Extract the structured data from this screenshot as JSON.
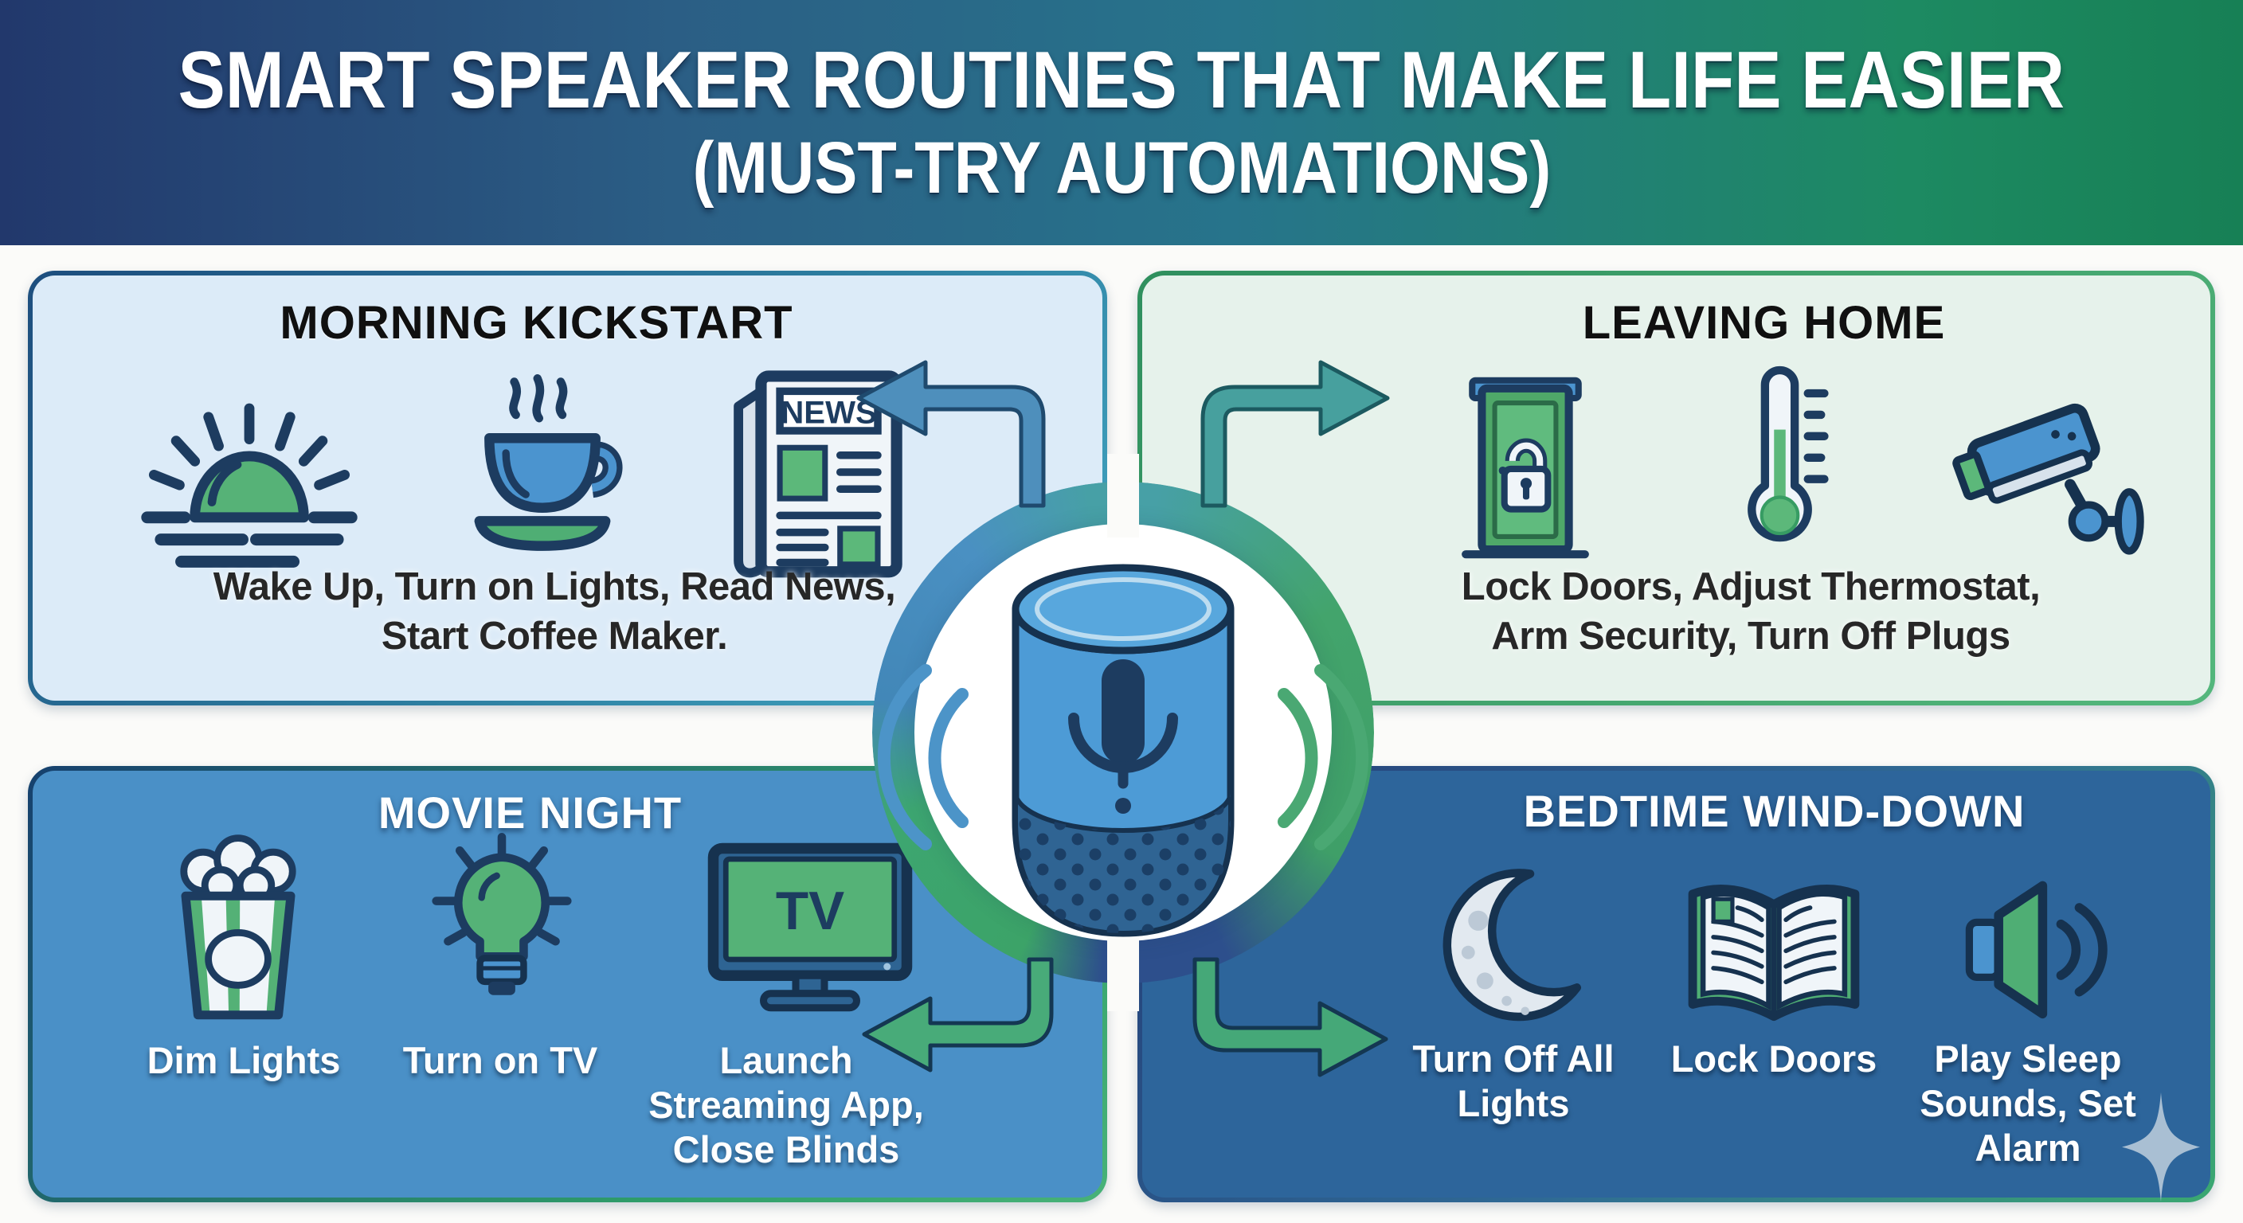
{
  "header": {
    "title_line1": "SMART SPEAKER ROUTINES THAT MAKE LIFE EASIER",
    "title_line2": "(MUST-TRY AUTOMATIONS)"
  },
  "center": {
    "device": "smart-speaker-illustration",
    "decorations": [
      "microphone-icon",
      "sound-wave-left-icon",
      "sound-wave-right-icon"
    ]
  },
  "connectors": [
    "arrow-to-morning",
    "arrow-to-leaving",
    "arrow-to-movie",
    "arrow-to-bedtime"
  ],
  "panels": {
    "morning_kickstart": {
      "title": "MORNING KICKSTART",
      "description_line1": "Wake Up, Turn on Lights, Read News,",
      "description_line2": "Start Coffee Maker.",
      "icons": [
        "sunrise-icon",
        "coffee-cup-icon",
        "newspaper-icon"
      ],
      "newspaper_label": "NEWS"
    },
    "leaving_home": {
      "title": "LEAVING HOME",
      "description_line1": "Lock Doors, Adjust Thermostat,",
      "description_line2": "Arm Security, Turn Off Plugs",
      "icons": [
        "locked-door-icon",
        "thermostat-icon",
        "security-camera-icon"
      ]
    },
    "movie_night": {
      "title": "MOVIE NIGHT",
      "tv_screen_label": "TV",
      "items": [
        {
          "icon": "popcorn-icon",
          "label": "Dim Lights"
        },
        {
          "icon": "lightbulb-icon",
          "label": "Turn on TV"
        },
        {
          "icon": "tv-icon",
          "label": "Launch Streaming App, Close Blinds"
        }
      ]
    },
    "bedtime_wind_down": {
      "title": "BEDTIME WIND-DOWN",
      "items": [
        {
          "icon": "moon-icon",
          "label": "Turn Off All Lights"
        },
        {
          "icon": "book-icon",
          "label": "Lock Doors"
        },
        {
          "icon": "sleep-speaker-icon",
          "label": "Play Sleep Sounds, Set Alarm"
        }
      ],
      "decoration": "sparkle-icon"
    }
  },
  "colors": {
    "header_gradient_left": "#22386c",
    "header_gradient_right": "#178055",
    "panel_morning_bg": "#dcebf8",
    "panel_leaving_bg": "#e6f2eb",
    "panel_movie_bg": "#4a90c7",
    "panel_bedtime_bg": "#2d659b",
    "accent_green": "#4fae74",
    "accent_blue": "#4b94cf",
    "outline_navy": "#1d3c60",
    "ring_blue": "#4287b8",
    "ring_green": "#3da671",
    "sparkle": "#a9bfd3"
  }
}
